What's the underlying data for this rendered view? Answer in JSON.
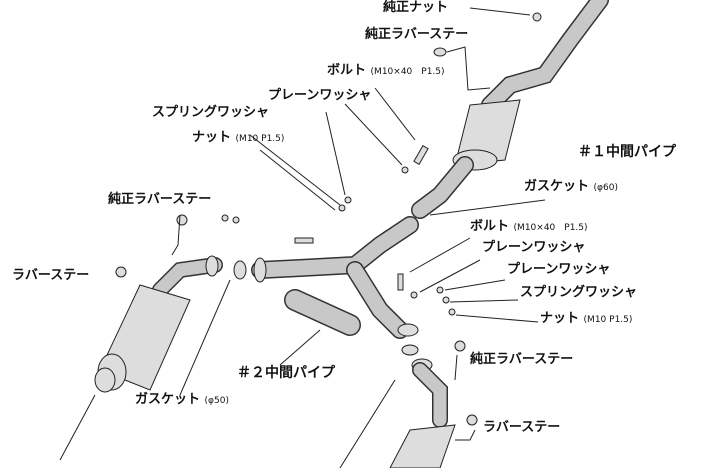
{
  "labels": {
    "genuine_nut": "純正ナット",
    "genuine_rubber_stay_top": "純正ラバーステー",
    "bolt_top": "ボルト",
    "bolt_top_spec": "(M10×40　P1.5)",
    "plain_washer_top": "プレーンワッシャ",
    "spring_washer_top": "スプリングワッシャ",
    "nut_top": "ナット",
    "nut_top_spec": "(M10 P1.5)",
    "mid_pipe_1": "＃１中間パイプ",
    "gasket_60": "ガスケット",
    "gasket_60_spec": "(φ60)",
    "genuine_rubber_stay_left": "純正ラバーステー",
    "bolt_right": "ボルト",
    "bolt_right_spec": "(M10×40　P1.5)",
    "plain_washer_right_1": "プレーンワッシャ",
    "plain_washer_right_2": "プレーンワッシャ",
    "spring_washer_right": "スプリングワッシャ",
    "nut_right": "ナット",
    "nut_right_spec": "(M10 P1.5)",
    "rubber_stay_left": "ラバーステー",
    "genuine_rubber_stay_right": "純正ラバーステー",
    "mid_pipe_2": "＃２中間パイプ",
    "gasket_50": "ガスケット",
    "gasket_50_spec": "(φ50)",
    "rubber_stay_right": "ラバーステー"
  }
}
